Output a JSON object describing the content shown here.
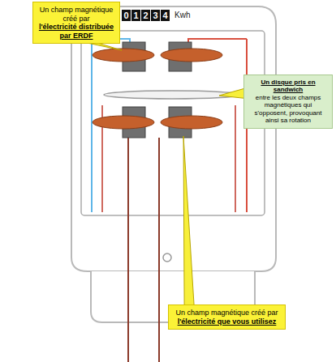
{
  "diagram": {
    "nodes": [
      {
        "text": [
          "Un champ magnétique créé par",
          "l'électricité distribuée par ERDF"
        ]
      },
      {
        "text": [
          "Un disque pris en sandwich",
          "entre les deux champs magnétiques qui s'opposent, provoquant ainsi sa rotation"
        ]
      },
      {
        "text": [
          "Un champ magnétique créé par",
          "l'électricité que vous utilisez"
        ]
      }
    ],
    "labels": [
      "0",
      "1",
      "2",
      "3",
      "4",
      "Kwh"
    ]
  }
}
